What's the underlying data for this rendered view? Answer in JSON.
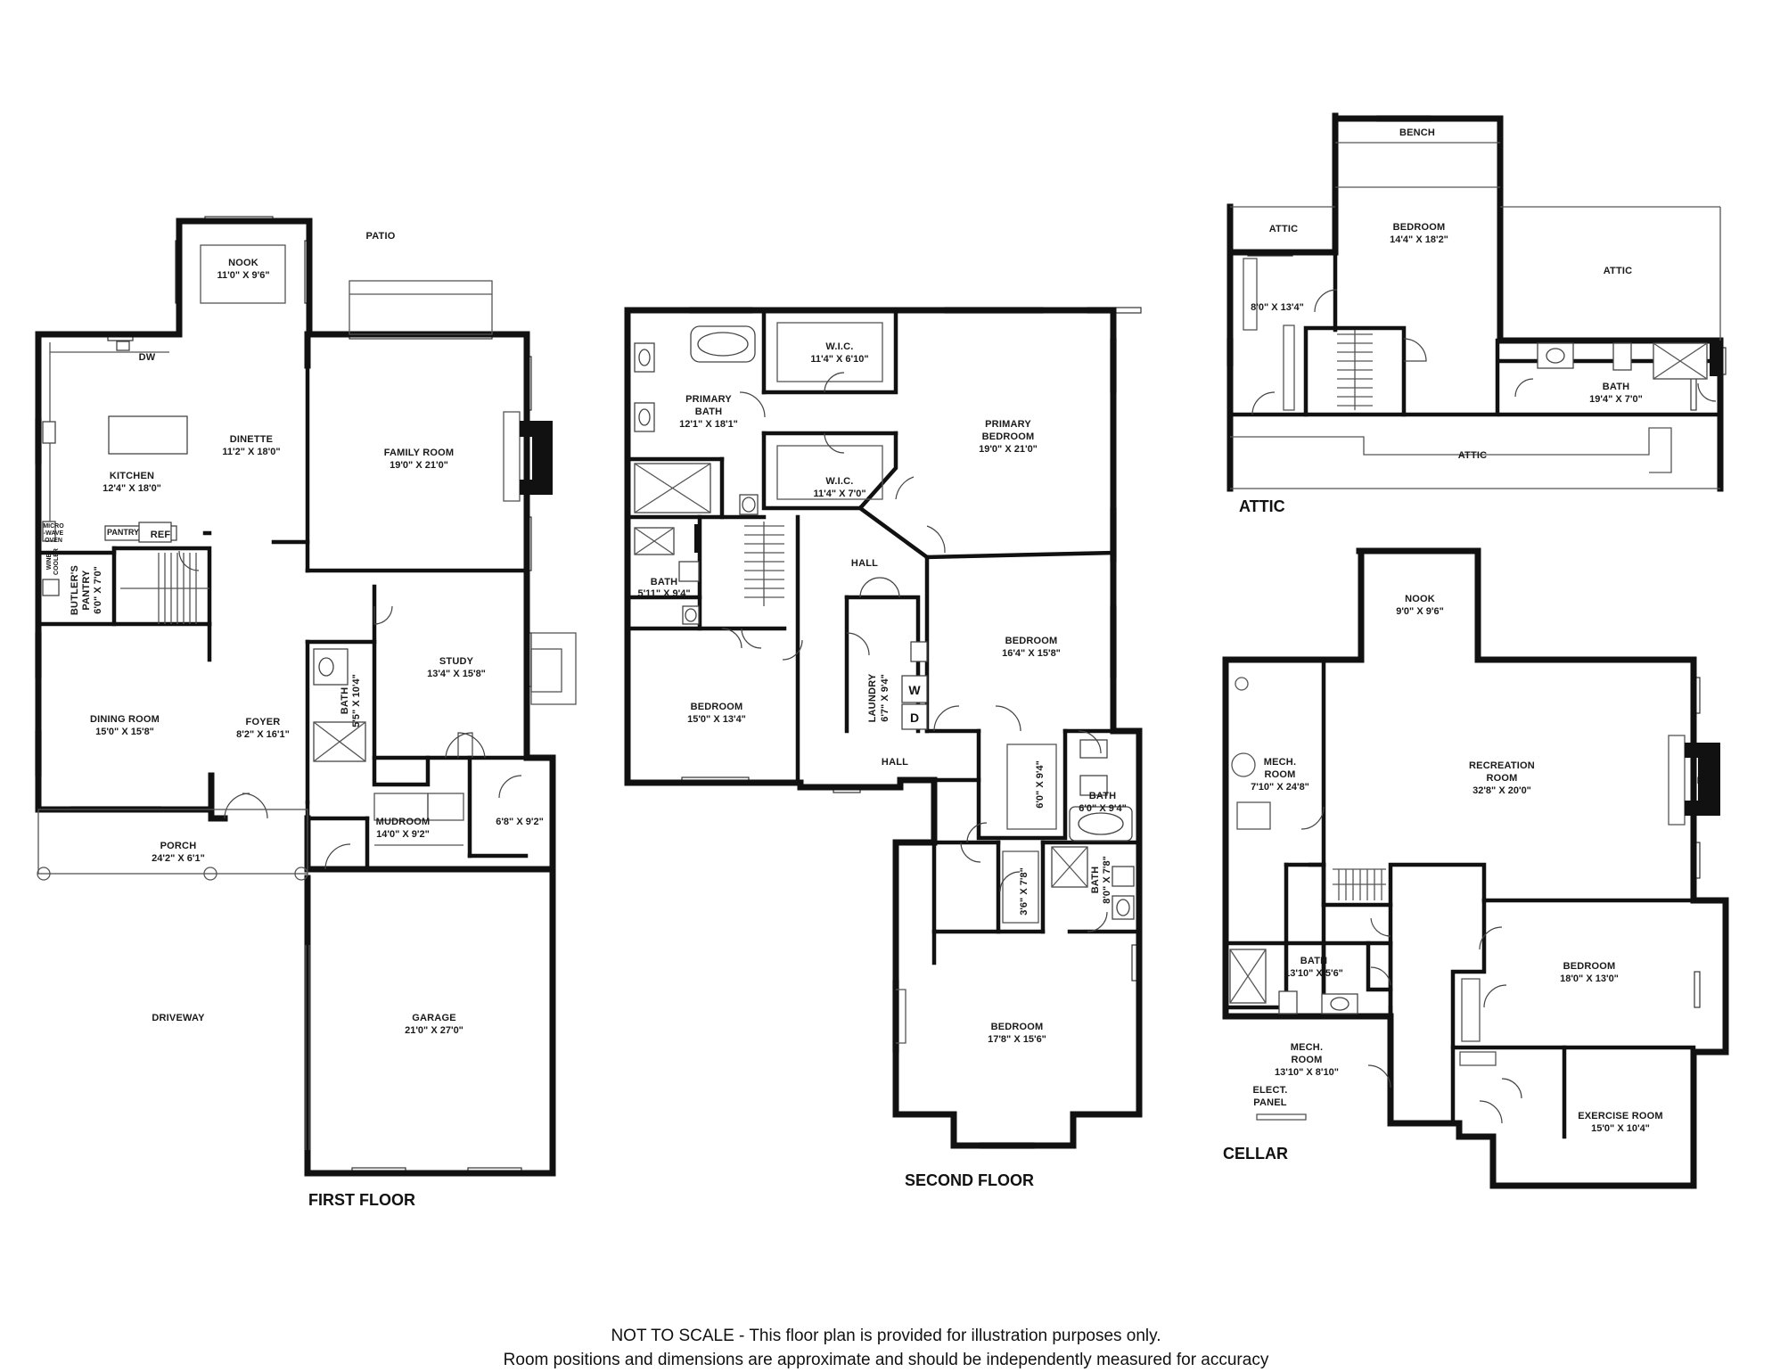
{
  "floors": {
    "first": "FIRST FLOOR",
    "second": "SECOND FLOOR",
    "attic": "ATTIC",
    "cellar": "CELLAR"
  },
  "first_floor": {
    "nook": {
      "name": "NOOK",
      "dim": "11'0\" X 9'6\""
    },
    "patio": {
      "name": "PATIO"
    },
    "dw": {
      "name": "DW"
    },
    "kitchen": {
      "name": "KITCHEN",
      "dim": "12'4\" X 18'0\""
    },
    "dinette": {
      "name": "DINETTE",
      "dim": "11'2\" X 18'0\""
    },
    "family_room": {
      "name": "FAMILY ROOM",
      "dim": "19'0\" X 21'0\""
    },
    "microwave": {
      "line1": "MICRO",
      "line2": "-WAVE",
      "line3": "OVEN"
    },
    "pantry": {
      "name": "PANTRY"
    },
    "ref": {
      "name": "REF"
    },
    "wine_cooler": {
      "line1": "WINE",
      "line2": "COOLER"
    },
    "butlers_pantry": {
      "name": "BUTLER'S",
      "name2": "PANTRY",
      "dim": "6'0\" X 7'0\""
    },
    "study": {
      "name": "STUDY",
      "dim": "13'4\" X 15'8\""
    },
    "bath": {
      "name": "BATH",
      "dim": "5'5\" X 10'4\""
    },
    "dining_room": {
      "name": "DINING ROOM",
      "dim": "15'0\" X 15'8\""
    },
    "foyer": {
      "name": "FOYER",
      "dim": "8'2\" X 16'1\""
    },
    "mudroom": {
      "name": "MUDROOM",
      "dim": "14'0\" X 9'2\""
    },
    "closet": {
      "dim": "6'8\" X 9'2\""
    },
    "porch": {
      "name": "PORCH",
      "dim": "24'2\" X 6'1\""
    },
    "driveway": {
      "name": "DRIVEWAY"
    },
    "garage": {
      "name": "GARAGE",
      "dim": "21'0\" X 27'0\""
    }
  },
  "second_floor": {
    "primary_bath": {
      "name": "PRIMARY",
      "name2": "BATH",
      "dim": "12'1\" X 18'1\""
    },
    "wic1": {
      "name": "W.I.C.",
      "dim": "11'4\" X 6'10\""
    },
    "wic2": {
      "name": "W.I.C.",
      "dim": "11'4\" X 7'0\""
    },
    "primary_bedroom": {
      "name": "PRIMARY",
      "name2": "BEDROOM",
      "dim": "19'0\" X 21'0\""
    },
    "hall1": {
      "name": "HALL"
    },
    "bath1": {
      "name": "BATH",
      "dim": "5'11\" X 9'4\""
    },
    "bedroom1": {
      "name": "BEDROOM",
      "dim": "16'4\" X 15'8\""
    },
    "bedroom2": {
      "name": "BEDROOM",
      "dim": "15'0\" X 13'4\""
    },
    "laundry": {
      "name": "LAUNDRY",
      "dim": "6'7\" X 9'4\"",
      "washer": "W",
      "dryer": "D"
    },
    "hall2": {
      "name": "HALL"
    },
    "closet1": {
      "dim": "6'0\" X 9'4\""
    },
    "bath2": {
      "name": "BATH",
      "dim": "6'0\" X 9'4\""
    },
    "closet2": {
      "dim": "3'6\" X 7'8\""
    },
    "bath3": {
      "name": "BATH",
      "dim": "8'0\" X 7'8\""
    },
    "bedroom3": {
      "name": "BEDROOM",
      "dim": "17'8\" X 15'6\""
    }
  },
  "attic_floor": {
    "bench": {
      "name": "BENCH"
    },
    "attic1": {
      "name": "ATTIC"
    },
    "bedroom": {
      "name": "BEDROOM",
      "dim": "14'4\" X 18'2\""
    },
    "attic2": {
      "name": "ATTIC"
    },
    "closet": {
      "dim": "8'0\" X 13'4\""
    },
    "bath": {
      "name": "BATH",
      "dim": "19'4\" X 7'0\""
    },
    "attic3": {
      "name": "ATTIC"
    }
  },
  "cellar_floor": {
    "nook": {
      "name": "NOOK",
      "dim": "9'0\" X 9'6\""
    },
    "mech1": {
      "name": "MECH.",
      "name2": "ROOM",
      "dim": "7'10\" X 24'8\""
    },
    "recreation": {
      "name": "RECREATION",
      "name2": "ROOM",
      "dim": "32'8\" X 20'0\""
    },
    "fp": {
      "name": "FP"
    },
    "bath": {
      "name": "BATH",
      "dim": "13'10\" X 5'6\""
    },
    "bedroom": {
      "name": "BEDROOM",
      "dim": "18'0\" X 13'0\""
    },
    "mech2": {
      "name": "MECH.",
      "name2": "ROOM",
      "dim": "13'10\" X 8'10\""
    },
    "elect": {
      "name": "ELECT.",
      "name2": "PANEL"
    },
    "exercise": {
      "name": "EXERCISE ROOM",
      "dim": "15'0\" X 10'4\""
    }
  },
  "disclaimer": {
    "line1": "NOT TO SCALE - This floor plan is provided for illustration purposes only.",
    "line2": "Room positions and dimensions are approximate and should be independently measured for accuracy"
  }
}
